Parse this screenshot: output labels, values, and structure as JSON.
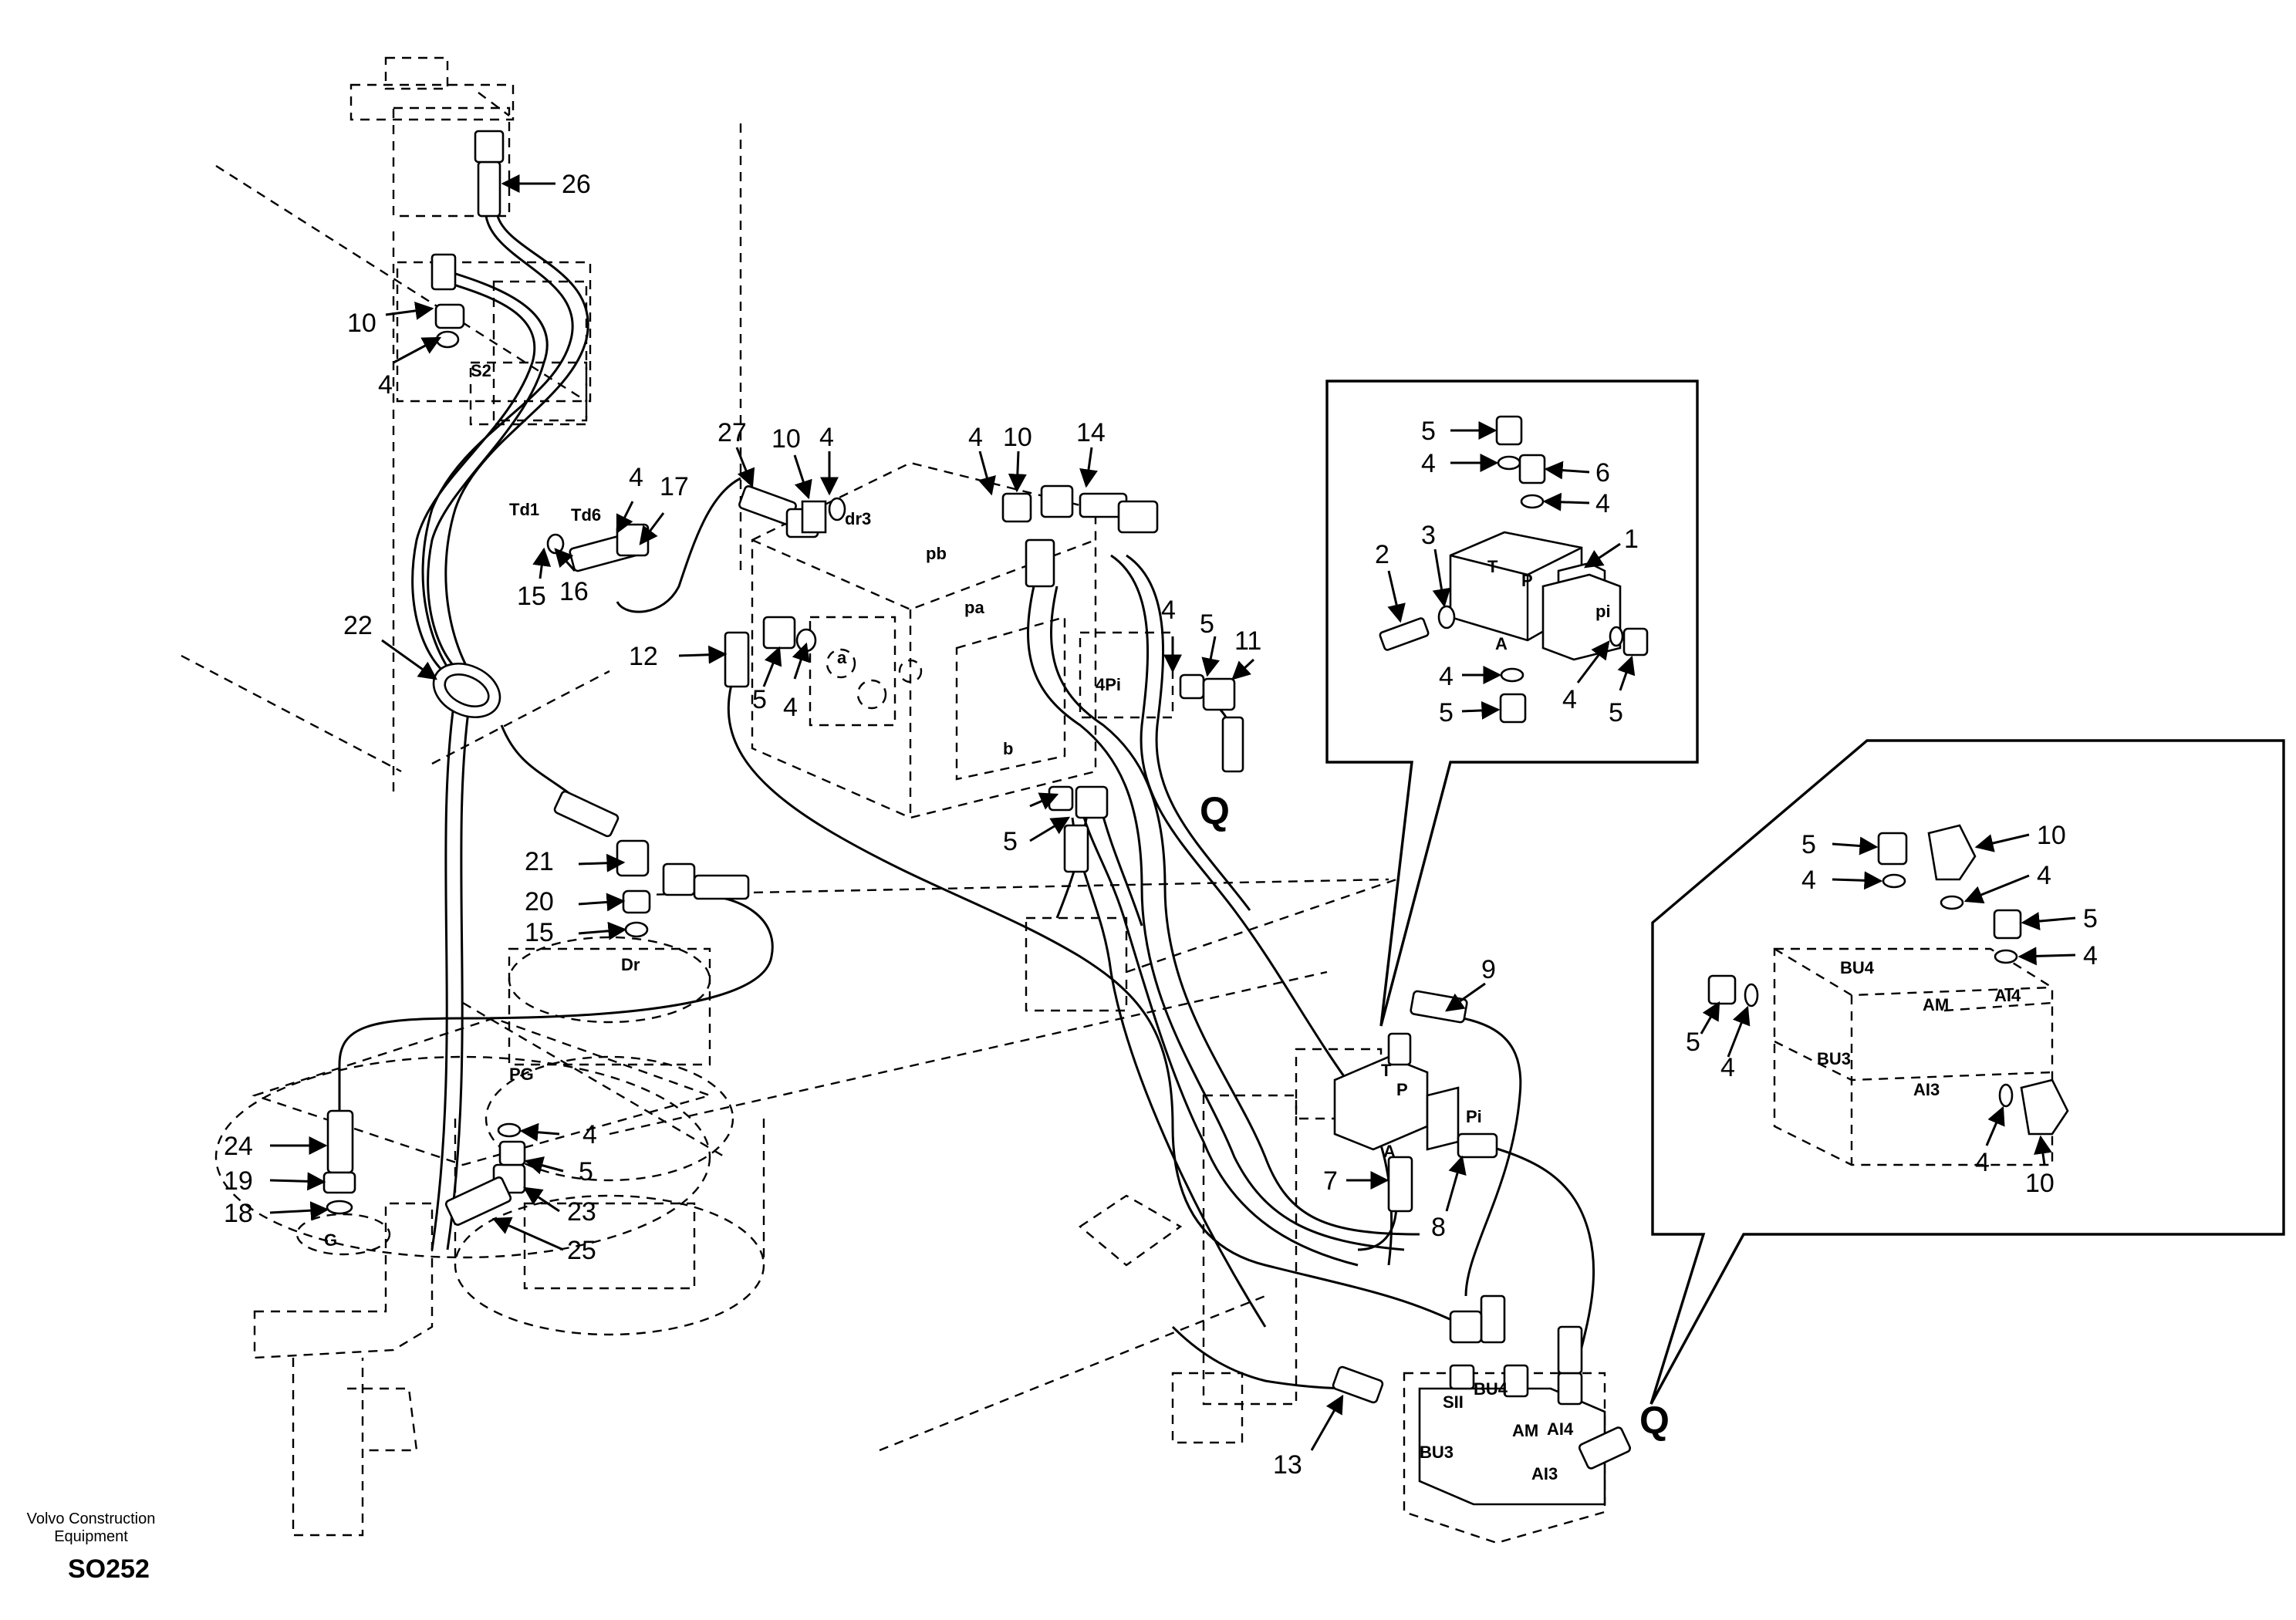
{
  "footer": {
    "company_line1": "Volvo Construction",
    "company_line2": "Equipment",
    "drawing_code": "SO252"
  },
  "main_callouts": [
    "26",
    "10",
    "4",
    "22",
    "27",
    "10",
    "4",
    "4",
    "10",
    "14",
    "17",
    "4",
    "12",
    "5",
    "4",
    "11",
    "5",
    "4",
    "5",
    "21",
    "20",
    "15",
    "24",
    "19",
    "18",
    "23",
    "25",
    "5",
    "4",
    "9",
    "7",
    "8",
    "13",
    "16",
    "15"
  ],
  "main_ports": [
    "S2",
    "Td1",
    "Td6",
    "dr3",
    "pb",
    "pa",
    "a",
    "4Pi",
    "b",
    "Dr",
    "PG",
    "G",
    "A",
    "Pi",
    "SII",
    "BU4",
    "AM",
    "AI4",
    "BU3",
    "AI3",
    "T",
    "P"
  ],
  "q_markers": [
    "Q",
    "Q"
  ],
  "inset1": {
    "callouts": [
      "5",
      "4",
      "6",
      "4",
      "2",
      "3",
      "1",
      "4",
      "4",
      "5",
      "5"
    ],
    "ports": [
      "T",
      "P",
      "pi",
      "A"
    ]
  },
  "inset2": {
    "callouts": [
      "5",
      "10",
      "4",
      "4",
      "5",
      "4",
      "5",
      "4",
      "4",
      "10"
    ],
    "ports": [
      "BU4",
      "AM",
      "AI4",
      "BU3",
      "AI3"
    ]
  }
}
